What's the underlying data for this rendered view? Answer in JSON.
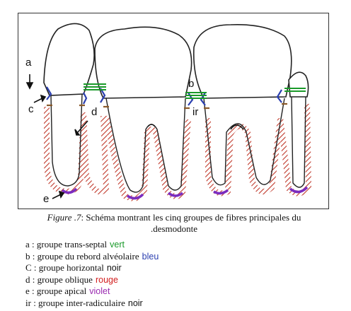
{
  "labels": {
    "a": "a",
    "b": "b",
    "c": "c",
    "d": "d",
    "e": "e",
    "ir": "ir"
  },
  "caption": {
    "fig_label": "Figure .7",
    "text": ": Schéma montrant les cinq groupes de fibres principales du",
    "line2": ".desmodonte"
  },
  "legend": [
    {
      "text": "a : groupe trans-septal",
      "color_word": "vert",
      "color": "#1a9a2a"
    },
    {
      "text": "b : groupe du rebord alvéolaire",
      "color_word": "bleu",
      "color": "#2b3fb0"
    },
    {
      "text": "C : groupe horizontal",
      "color_word": "noir",
      "color": "#111111"
    },
    {
      "text": "d : groupe oblique",
      "color_word": "rouge",
      "color": "#d21e1e"
    },
    {
      "text": "e : groupe apical",
      "color_word": "violet",
      "color": "#9a2ab0"
    },
    {
      "text": "ir : groupe inter-radiculaire",
      "color_word": "noir",
      "color": "#111111"
    }
  ],
  "colors": {
    "transseptal": "#1a9a2a",
    "alveolar_crest": "#2b3fb0",
    "horizontal": "#111111",
    "oblique": "#c0392b",
    "apical": "#7b2cbf",
    "tooth_outline": "#222222"
  }
}
